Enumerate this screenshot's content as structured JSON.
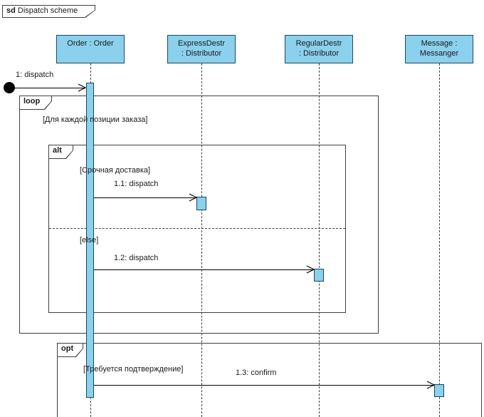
{
  "frame": {
    "keyword": "sd",
    "title": "Dispatch scheme"
  },
  "lifelines": [
    {
      "id": "order",
      "line1": "Order : Order",
      "line2": ""
    },
    {
      "id": "express",
      "line1": "ExpressDestr",
      "line2": ": Distributor"
    },
    {
      "id": "regular",
      "line1": "RegularDestr",
      "line2": ": Distributor"
    },
    {
      "id": "messanger",
      "line1": "Message :",
      "line2": "Messanger"
    }
  ],
  "messages": {
    "m1": {
      "label": "1: dispatch"
    },
    "m1_1": {
      "label": "1.1: dispatch"
    },
    "m1_2": {
      "label": "1.2: dispatch"
    },
    "m1_3": {
      "label": "1.3: confirm"
    }
  },
  "fragments": {
    "loop": {
      "operator": "loop",
      "guard": "[Для каждой позиции заказа]"
    },
    "alt": {
      "operator": "alt",
      "guard_if": "[Срочная доставка]",
      "guard_else": "[else]"
    },
    "opt": {
      "operator": "opt",
      "guard": "[Требуется подтверждение]"
    }
  },
  "colors": {
    "lifeline_fill": "#8BD0ED",
    "lifeline_border": "#1F4A61",
    "fragment_border": "#3F3F3F",
    "message_line": "#000000",
    "background": "#FFFFFF"
  }
}
